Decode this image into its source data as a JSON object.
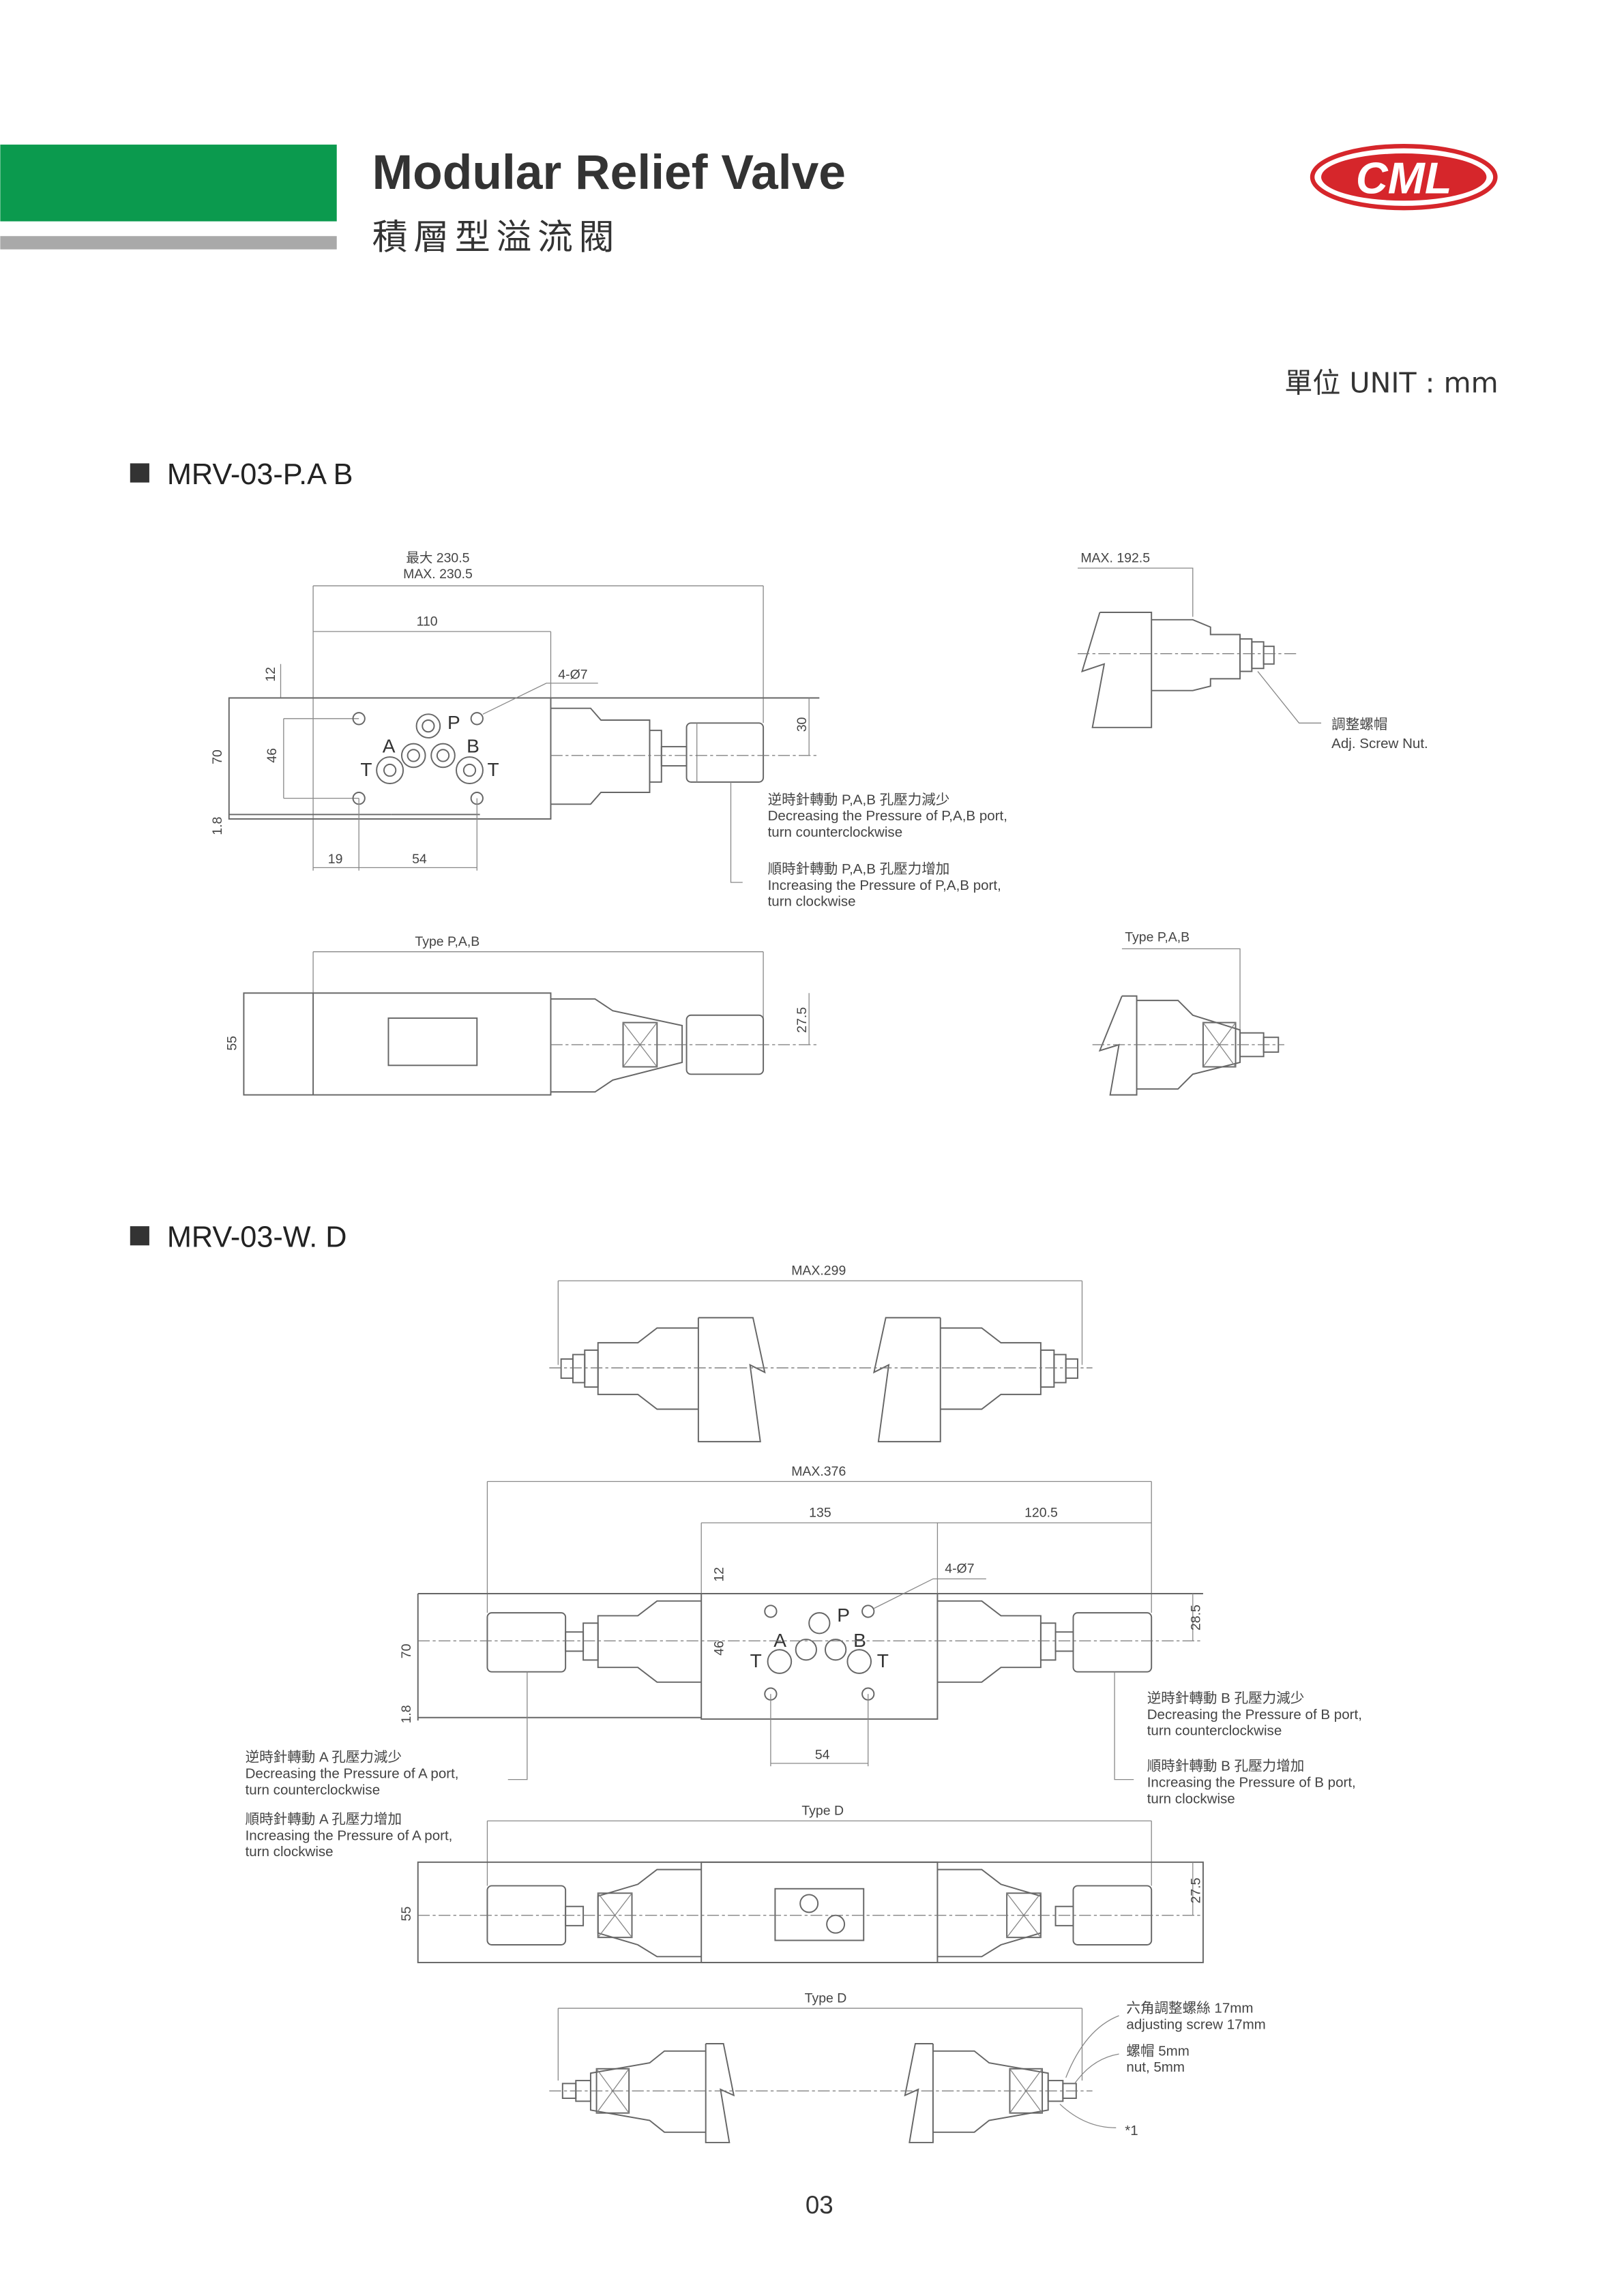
{
  "header": {
    "title": "Modular Relief Valve",
    "subtitle": "積層型溢流閥",
    "logo_text": "CML",
    "unit": "單位 UNIT : mm",
    "colors": {
      "green": "#0b9a4e",
      "gray": "#a9a9a9",
      "logo_red": "#d6262b"
    }
  },
  "section1": {
    "title": "MRV-03-P.A B",
    "dims": {
      "max_cn": "最大 230.5",
      "max_en": "MAX. 230.5",
      "d110": "110",
      "d12": "12",
      "hole": "4-Ø7",
      "d30": "30",
      "d70": "70",
      "d46": "46",
      "d1_8": "1.8",
      "d19": "19",
      "d54": "54",
      "d55": "55",
      "d27_5": "27.5",
      "max_side": "MAX. 192.5"
    },
    "ports": {
      "p": "P",
      "a": "A",
      "b": "B",
      "t1": "T",
      "t2": "T"
    },
    "note_dec": [
      "逆時針轉動 P,A,B 孔壓力減少",
      "Decreasing the Pressure of P,A,B port,",
      "turn counterclockwise"
    ],
    "note_inc": [
      "順時針轉動 P,A,B 孔壓力增加",
      "Increasing the Pressure of  P,A,B port,",
      "turn clockwise"
    ],
    "adj_nut": [
      "調整螺帽",
      "Adj. Screw Nut."
    ],
    "type_label": "Type P,A,B",
    "type_label_side": "Type P,A,B"
  },
  "section2": {
    "title": "MRV-03-W. D",
    "dims": {
      "max299": "MAX.299",
      "max376": "MAX.376",
      "d135": "135",
      "d120_5": "120.5",
      "d12": "12",
      "hole": "4-Ø7",
      "d70": "70",
      "d46": "46",
      "d1_8": "1.8",
      "d28_5": "28.5",
      "d54": "54",
      "d55": "55",
      "d27_5": "27.5"
    },
    "ports": {
      "p": "P",
      "a": "A",
      "b": "B",
      "t1": "T",
      "t2": "T"
    },
    "note_a_dec": [
      "逆時針轉動 A 孔壓力減少",
      "Decreasing the Pressure of A port,",
      "turn counterclockwise"
    ],
    "note_a_inc": [
      "順時針轉動 A 孔壓力增加",
      "Increasing the Pressure of A port,",
      "turn clockwise"
    ],
    "note_b_dec": [
      "逆時針轉動 B 孔壓力減少",
      "Decreasing the Pressure of B port,",
      "turn counterclockwise"
    ],
    "note_b_inc": [
      "順時針轉動 B 孔壓力增加",
      "Increasing the Pressure of B port,",
      "turn clockwise"
    ],
    "type_label": "Type D",
    "type_label_2": "Type D",
    "screw": [
      "六角調整螺絲 17mm",
      "adjusting screw 17mm"
    ],
    "nut": [
      "螺帽 5mm",
      "nut, 5mm"
    ],
    "footnote": "*1"
  },
  "page_number": "03"
}
